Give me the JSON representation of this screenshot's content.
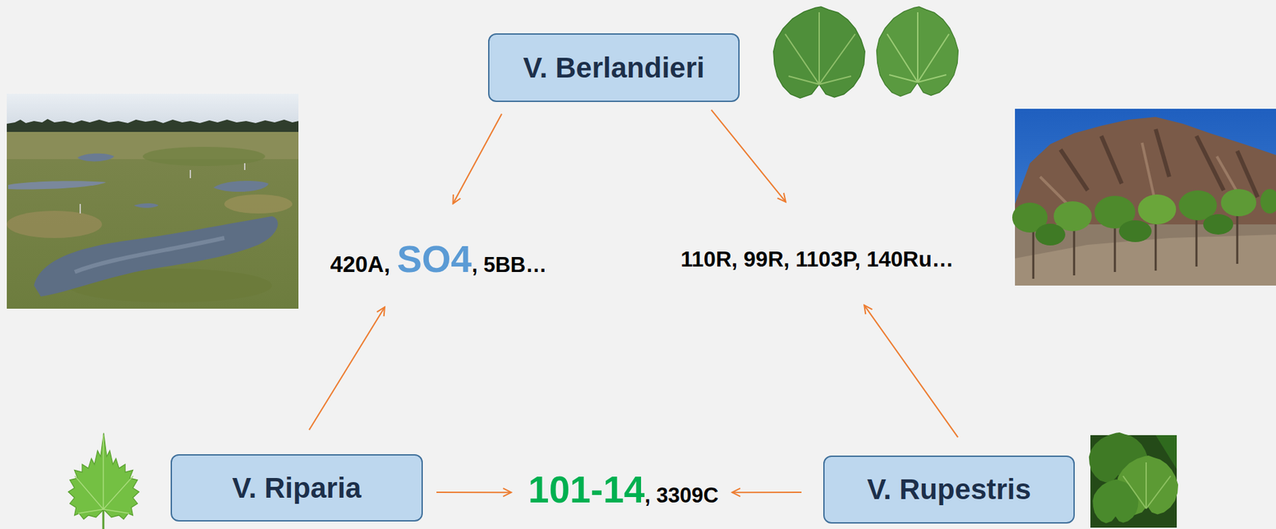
{
  "diagram": {
    "nodes": [
      {
        "text": [
          "V. Berlandieri"
        ]
      },
      {
        "text": [
          "420A,",
          "SO4",
          ", 5BB…"
        ]
      },
      {
        "text": [
          "110R, 99R, 1103P, 140Ru…"
        ]
      },
      {
        "text": [
          "V. Riparia"
        ]
      },
      {
        "text": [
          "101-14",
          ", 3309C"
        ]
      },
      {
        "text": [
          "V. Rupestris"
        ]
      }
    ],
    "edges": [
      {
        "from": 0,
        "to": 1,
        "arrow": "to"
      },
      {
        "from": 0,
        "to": 2,
        "arrow": "to"
      },
      {
        "from": 3,
        "to": 1,
        "arrow": "to"
      },
      {
        "from": 5,
        "to": 2,
        "arrow": "to"
      },
      {
        "from": 3,
        "to": 4,
        "arrow": "to"
      },
      {
        "from": 5,
        "to": 4,
        "arrow": "to"
      }
    ]
  }
}
